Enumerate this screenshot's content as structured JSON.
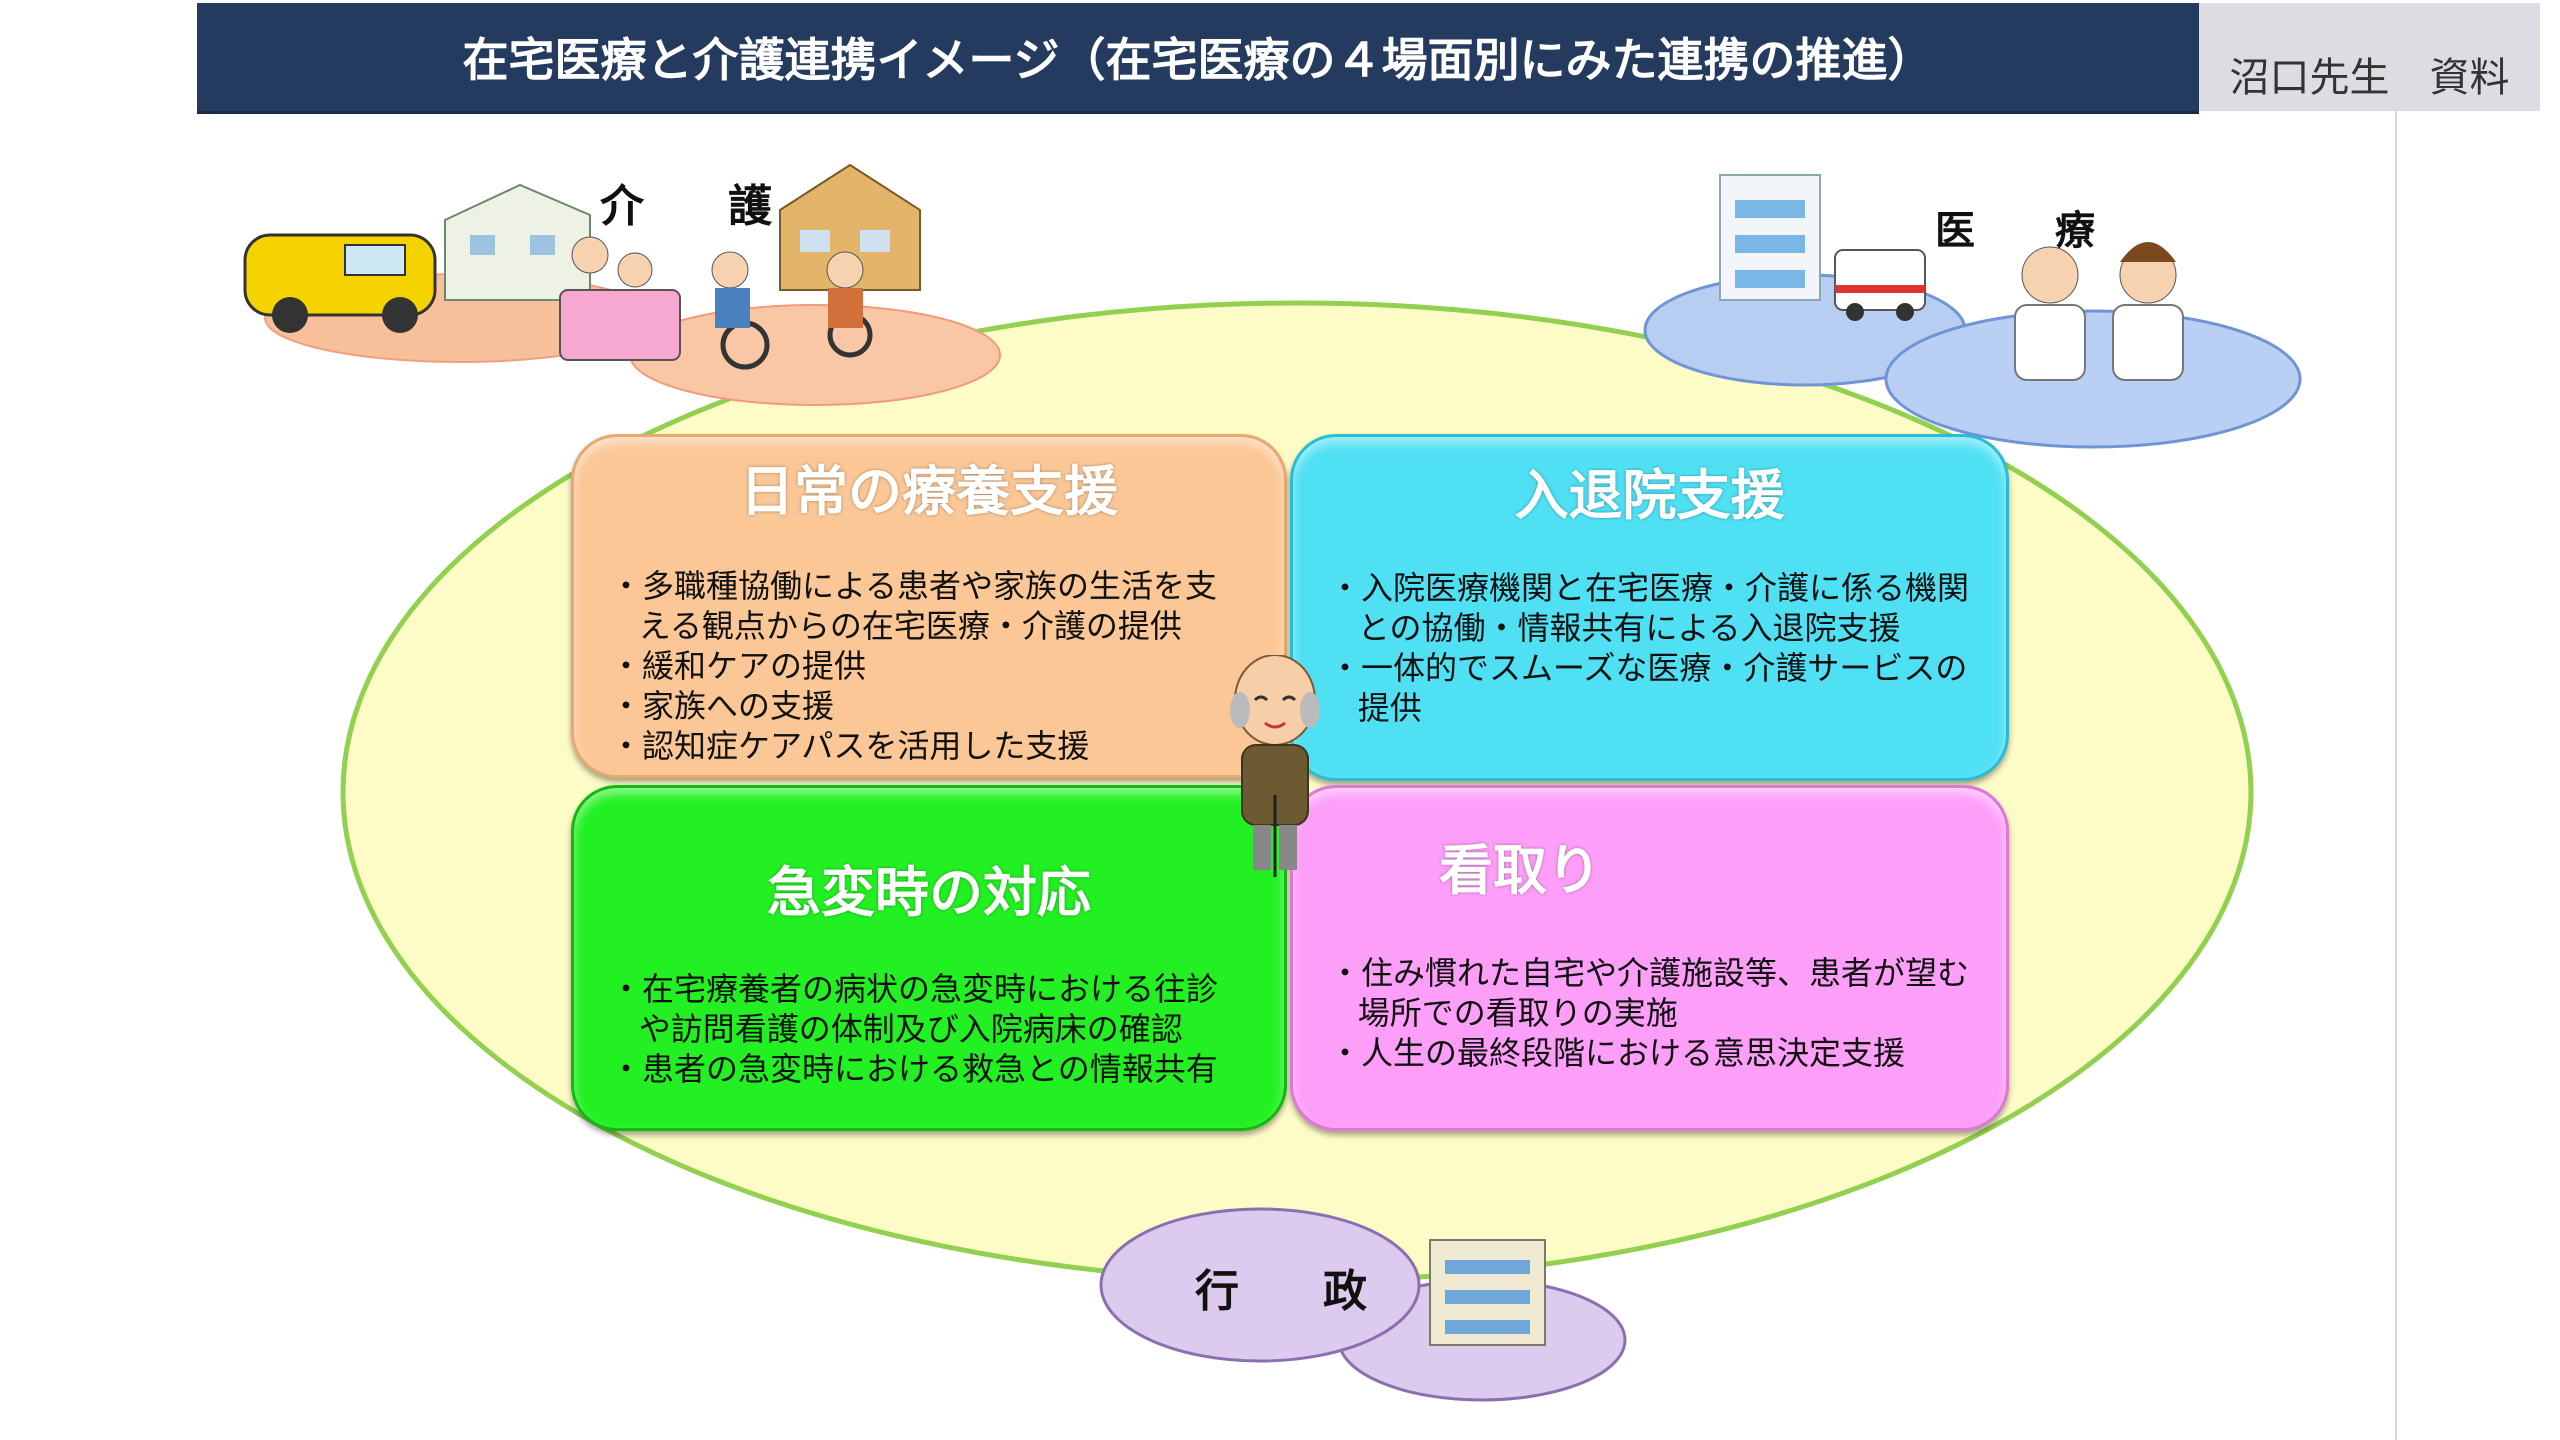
{
  "header": {
    "title": "在宅医療と介護連携イメージ（在宅医療の４場面別にみた連携の推進）",
    "source": "沼口先生　資料"
  },
  "groups": {
    "care": "介　護",
    "medical": "医　療",
    "government": "行　政"
  },
  "quadrants": [
    {
      "title": "日常の療養支援",
      "color": "#fbc796",
      "items": [
        "多職種協働による患者や家族の生活を支える観点からの在宅医療・介護の提供",
        "緩和ケアの提供",
        "家族への支援",
        "認知症ケアパスを活用した支援"
      ]
    },
    {
      "title": "入退院支援",
      "color": "#4fe0f4",
      "items": [
        "入院医療機関と在宅医療・介護に係る機関との協働・情報共有による入退院支援",
        "一体的でスムーズな医療・介護サービスの提供"
      ]
    },
    {
      "title": "急変時の対応",
      "color": "#22f022",
      "items": [
        "在宅療養者の病状の急変時における往診や訪問看護の体制及び入院病床の確認",
        "患者の急変時における救急との情報共有"
      ]
    },
    {
      "title": "看取り",
      "color": "#fd9ef8",
      "items": [
        "住み慣れた自宅や介護施設等、患者が望む場所での看取りの実施",
        "人生の最終段階における意思決定支援"
      ]
    }
  ]
}
